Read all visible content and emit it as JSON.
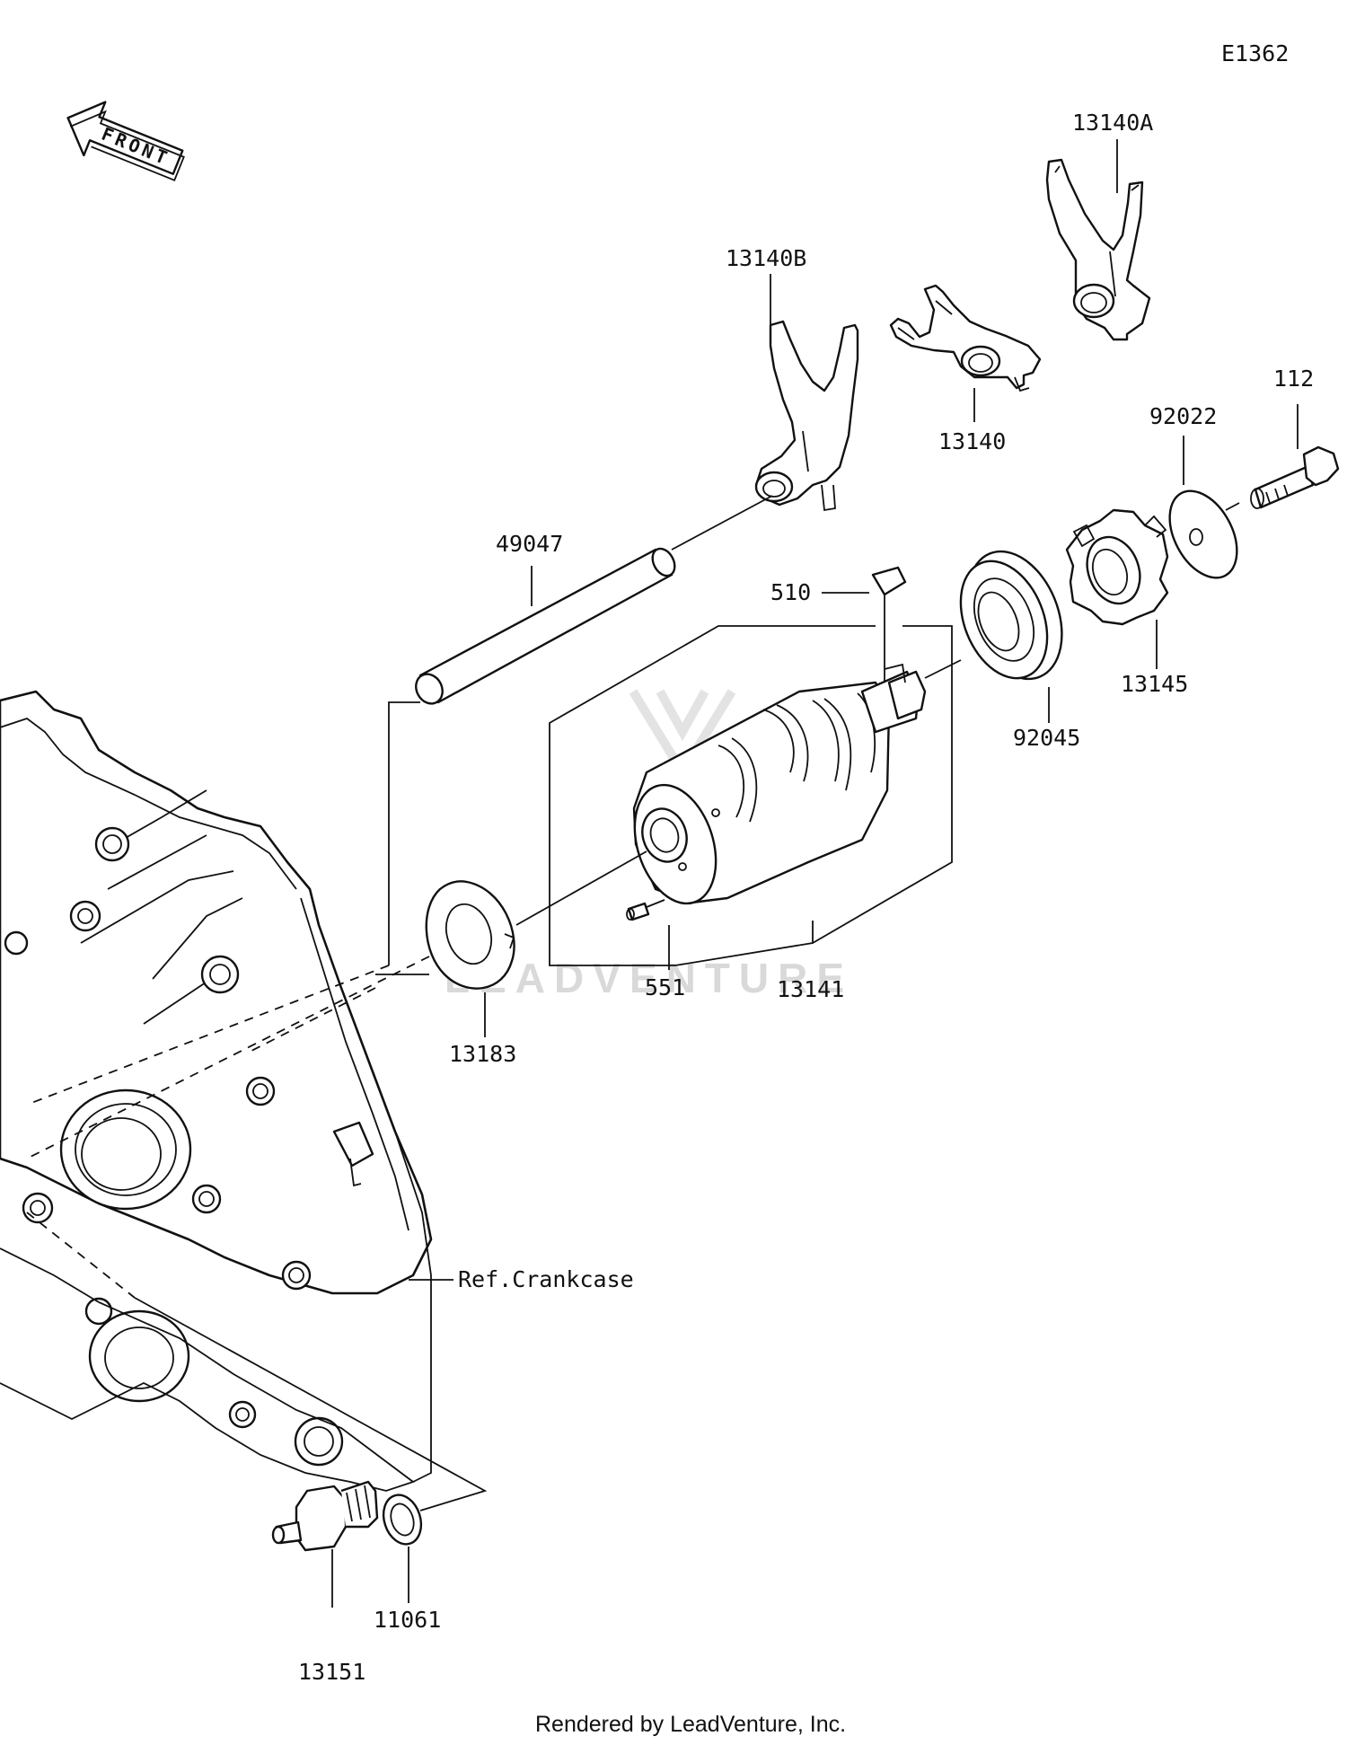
{
  "diagram_code": "E1362",
  "front_label": "FRONT",
  "callouts": {
    "p13140A": "13140A",
    "p13140B": "13140B",
    "p13140": "13140",
    "p112": "112",
    "p92022": "92022",
    "p49047": "49047",
    "p510": "510",
    "p92045": "92045",
    "p13145": "13145",
    "p551": "551",
    "p13141": "13141",
    "p13183": "13183",
    "ref_crankcase": "Ref.Crankcase",
    "p11061": "11061",
    "p13151": "13151"
  },
  "watermark": "LEADVENTURE",
  "footer": "Rendered by LeadVenture, Inc."
}
